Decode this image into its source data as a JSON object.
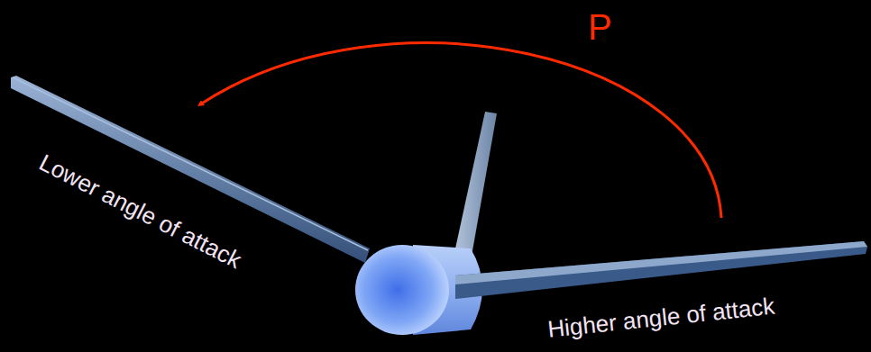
{
  "diagram": {
    "labels": [
      "P",
      "Lower angle of attack",
      "Higher angle of attack"
    ]
  }
}
